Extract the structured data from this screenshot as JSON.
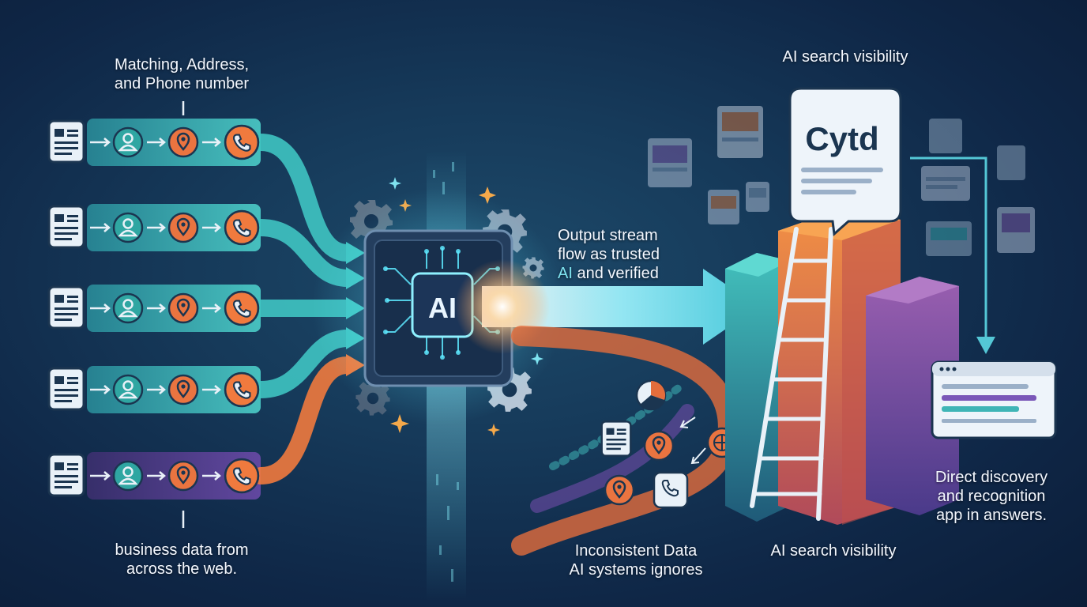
{
  "labels": {
    "top_left": "Matching, Address,\nand Phone number",
    "bottom_left": "business data from\nacross the web.",
    "top_right": "AI search visibility",
    "output_line1": "Output stream",
    "output_line2": "flow as trusted",
    "output_accent": "AI",
    "output_line3": " and verified",
    "bottom_center": "Inconsistent Data\nAI systems ignores",
    "bottom_right": "AI search visibility",
    "right": "Direct discovery\nand recognition\napp in answers."
  },
  "chip": {
    "text": "AI"
  },
  "brand": {
    "text": "Cytd"
  },
  "rows": [
    {
      "doc_icon": "document-icon",
      "person_icon": "person-icon",
      "pin_icon": "location-pin-icon",
      "phone_icon": "phone-icon"
    },
    {
      "doc_icon": "document-icon",
      "person_icon": "person-icon",
      "pin_icon": "location-pin-icon",
      "phone_icon": "phone-icon"
    },
    {
      "doc_icon": "document-icon",
      "person_icon": "person-icon",
      "pin_icon": "location-pin-icon",
      "phone_icon": "phone-icon"
    },
    {
      "doc_icon": "document-icon",
      "person_icon": "person-icon",
      "pin_icon": "location-pin-icon",
      "phone_icon": "phone-icon"
    },
    {
      "doc_icon": "document-icon",
      "person_icon": "person-icon",
      "pin_icon": "location-pin-icon",
      "phone_icon": "phone-icon"
    }
  ],
  "colors": {
    "teal": "#3fc4c2",
    "orange": "#f07a3e",
    "purple": "#7b57b8",
    "cyan_glow": "#8ef0ff",
    "panel": "#e9f1f8"
  }
}
